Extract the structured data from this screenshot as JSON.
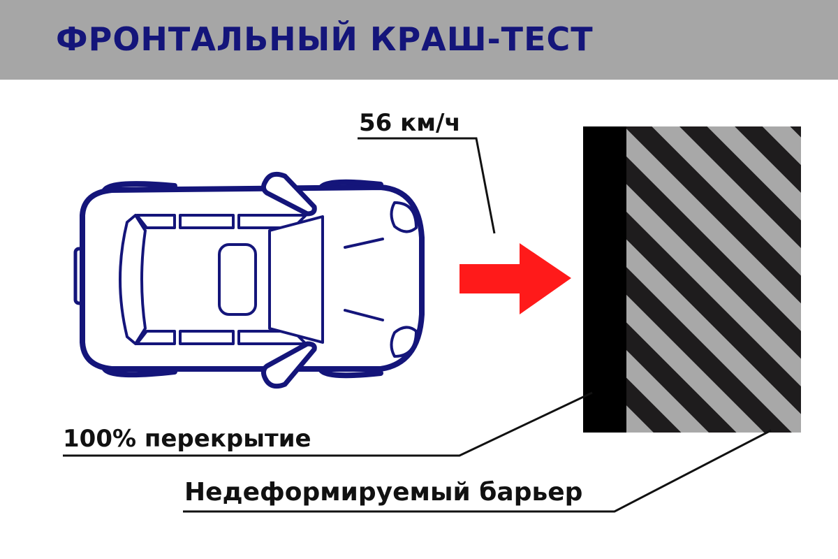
{
  "header": {
    "title": "ФРОНТАЛЬНЫЙ КРАШ-ТЕСТ",
    "background_color": "#a6a6a6",
    "title_color": "#14157a"
  },
  "diagram": {
    "speed_label": "56 км/ч",
    "overlap_label": "100% перекрытие",
    "barrier_label": "Недеформируемый барьер",
    "car_outline_color": "#14157a",
    "arrow_color": "#ff1a1a",
    "barrier_face_color": "#000000",
    "barrier_stripe_colors": [
      "#1e1c1d",
      "#a8a8a8"
    ]
  }
}
